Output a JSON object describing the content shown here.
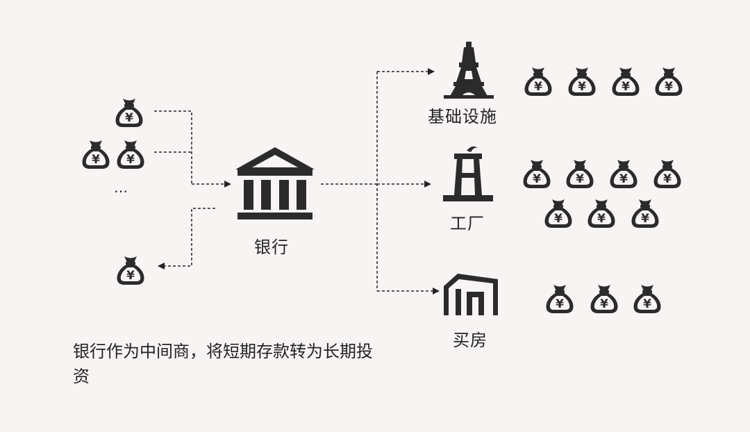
{
  "bank": {
    "label": "银行",
    "icon": "bank-icon"
  },
  "targets": [
    {
      "label": "基础设施",
      "icon": "tower-icon"
    },
    {
      "label": "工厂",
      "icon": "factory-icon"
    },
    {
      "label": "买房",
      "icon": "house-icon"
    }
  ],
  "deposits": {
    "ellipsis": "…"
  },
  "money_bag": {
    "symbol": "¥",
    "icon": "money-bag-icon"
  },
  "caption": "银行作为中间商，将短期存款转为长期投资",
  "colors": {
    "ink": "#2b2b2b",
    "background": "#f9f4f4"
  }
}
